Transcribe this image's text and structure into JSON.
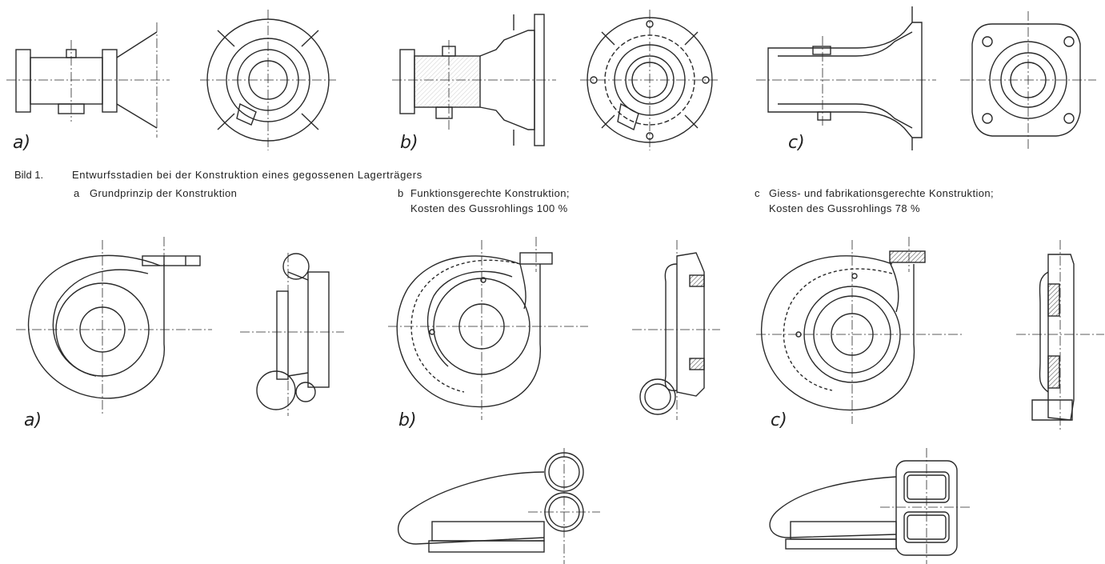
{
  "figure1": {
    "labels": {
      "a": "a)",
      "b": "b)",
      "c": "c)"
    },
    "caption": {
      "number": "Bild 1.",
      "title": "Entwurfsstadien bei der Konstruktion eines gegossenen Lagerträgers",
      "a_letter": "a",
      "a_text": "Grundprinzip der Konstruktion",
      "b_letter": "b",
      "b_line1": "Funktionsgerechte Konstruktion;",
      "b_line2": "Kosten des Gussrohlings  100 %",
      "c_letter": "c",
      "c_line1": "Giess- und fabrikationsgerechte Konstruktion;",
      "c_line2": "Kosten des Gussrohlings 78 %"
    }
  },
  "figure2": {
    "labels": {
      "a": "a)",
      "b": "b)",
      "c": "c)"
    }
  },
  "colors": {
    "ink": "#2a2a2a",
    "hatch": "#555555",
    "paper": "#ffffff"
  }
}
